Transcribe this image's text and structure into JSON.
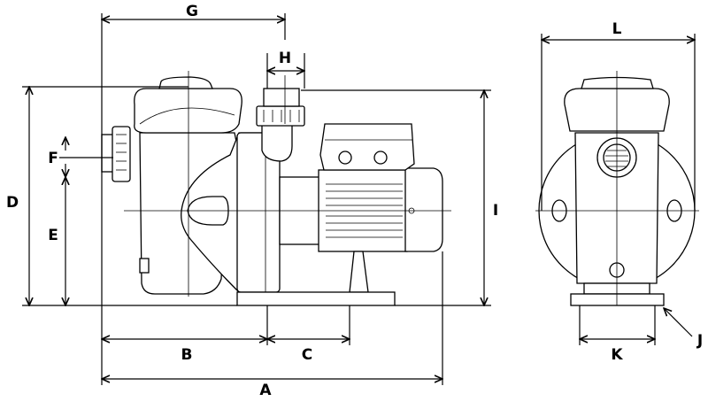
{
  "title": "Pump dimension drawing",
  "dimensions": {
    "A": "A",
    "B": "B",
    "C": "C",
    "D": "D",
    "E": "E",
    "F": "F",
    "G": "G",
    "H": "H",
    "I": "I",
    "J": "J",
    "K": "K",
    "L": "L"
  }
}
